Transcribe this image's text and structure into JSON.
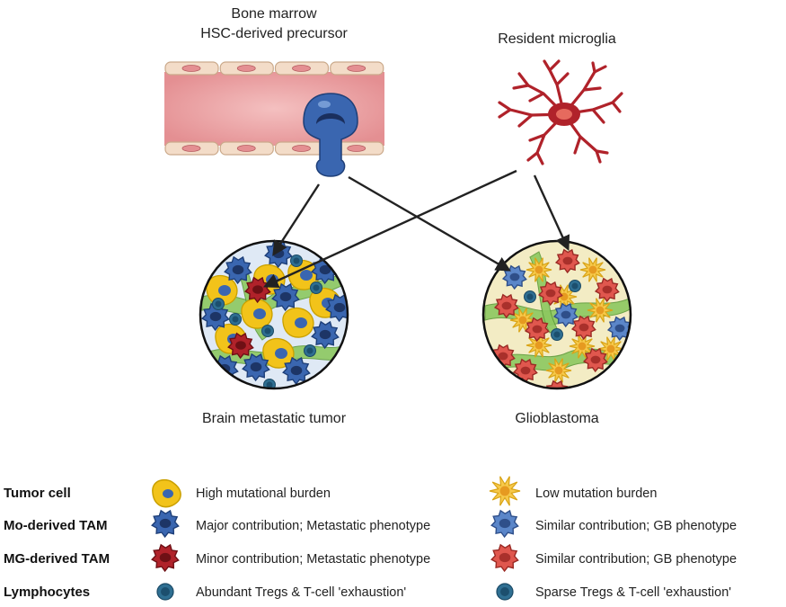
{
  "top": {
    "bone_marrow_line1": "Bone marrow",
    "bone_marrow_line2": "HSC-derived precursor",
    "microglia": "Resident microglia"
  },
  "tumors": {
    "brain_metastatic": "Brain metastatic tumor",
    "glioblastoma": "Glioblastoma"
  },
  "legend": {
    "rows": [
      {
        "head": "Tumor cell",
        "left": "High mutational burden",
        "right": "Low mutation burden"
      },
      {
        "head": "Mo-derived TAM",
        "left": "Major contribution; Metastatic phenotype",
        "right": "Similar contribution; GB phenotype"
      },
      {
        "head": "MG-derived TAM",
        "left": "Minor contribution; Metastatic phenotype",
        "right": "Similar contribution; GB phenotype"
      },
      {
        "head": "Lymphocytes",
        "left": "Abundant Tregs & T-cell 'exhaustion'",
        "right": "Sparse Tregs & T-cell 'exhaustion'"
      }
    ]
  },
  "colors": {
    "vessel": "#e9a3a3",
    "vessel_wall": "#f3dcc8",
    "monocyte": "#3a66b0",
    "microglia": "#b0222a",
    "tumor_yellow": "#f2c31a",
    "gb_yellow": "#f7c94a",
    "mg_tam_gb": "#e0574e",
    "mo_tam_gb": "#5b86c9",
    "lymphocyte": "#2f6f92",
    "stroma": "#8cc860"
  }
}
